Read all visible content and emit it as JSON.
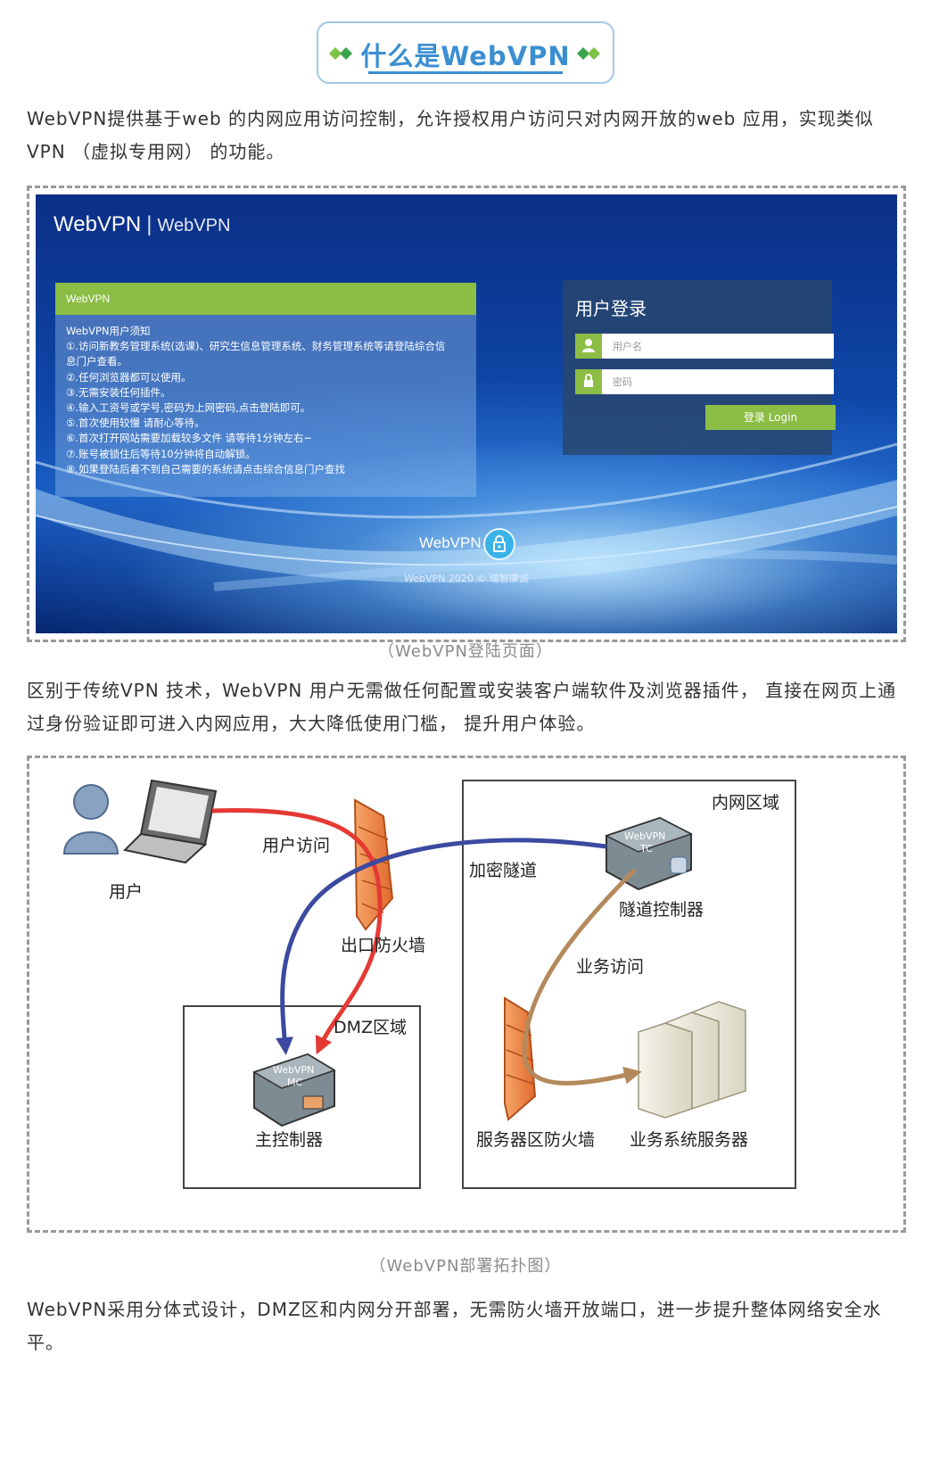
{
  "header": {
    "title": "什么是WebVPN"
  },
  "paragraphs": {
    "p1": "WebVPN提供基于web 的内网应用访问控制，允许授权用户访问只对内网开放的web 应用，实现类似VPN （虚拟专用网） 的功能。",
    "p2": "区别于传统VPN 技术，WebVPN 用户无需做任何配置或安装客户端软件及浏览器插件， 直接在网页上通过身份验证即可进入内网应用，大大降低使用门槛， 提升用户体验。",
    "p3": "WebVPN采用分体式设计，DMZ区和内网分开部署，无需防火墙开放端口，进一步提升整体网络安全水平。"
  },
  "captions": {
    "login": "（WebVPN登陆页面）",
    "topology": "（WebVPN部署拓扑图）"
  },
  "login_screen": {
    "brand": "WebVPN",
    "brand_separator": "|",
    "brand_sub": "WebVPN",
    "notice_title": "WebVPN",
    "notice_lines": [
      "WebVPN用户须知",
      "①.访问新教务管理系统(选课)、研究生信息管理系统、财务管理系统等请登陆综合信",
      "息门户查看。",
      "②.任何浏览器都可以使用。",
      "③.无需安装任何插件。",
      "④.输入工资号或学号,密码为上网密码,点击登陆即可。",
      "⑤.首次使用较慢 请耐心等待。",
      "⑥.首次打开网站需要加载较多文件 请等待1分钟左右~",
      "⑦.账号被锁住后等待10分钟将自动解锁。",
      "⑧.如果登陆后看不到自己需要的系统请点击综合信息门户查找"
    ],
    "login_title": "用户登录",
    "username_placeholder": "用户名",
    "password_placeholder": "密码",
    "login_button": "登录 Login",
    "footer_brand": "WebVPN",
    "copyright": "WebVPN 2020 © 瑞智康诚"
  },
  "diagram": {
    "user": "用户",
    "user_access": "用户访问",
    "egress_firewall": "出口防火墙",
    "encrypted_tunnel": "加密隧道",
    "intranet_zone": "内网区域",
    "tunnel_controller": "隧道控制器",
    "business_access": "业务访问",
    "dmz_zone": "DMZ区域",
    "main_controller": "主控制器",
    "server_firewall": "服务器区防火墙",
    "business_servers": "业务系统服务器",
    "tc_device_line1": "WebVPN",
    "tc_device_line2": "TC",
    "mc_device_line1": "WebVPN",
    "mc_device_line2": "MC"
  },
  "colors": {
    "title": "#3b8ed1",
    "accent_green": "#8cbd45",
    "arrow_red": "#e53a34",
    "arrow_blue": "#3b4aa0",
    "arrow_brown": "#b48a5c"
  }
}
